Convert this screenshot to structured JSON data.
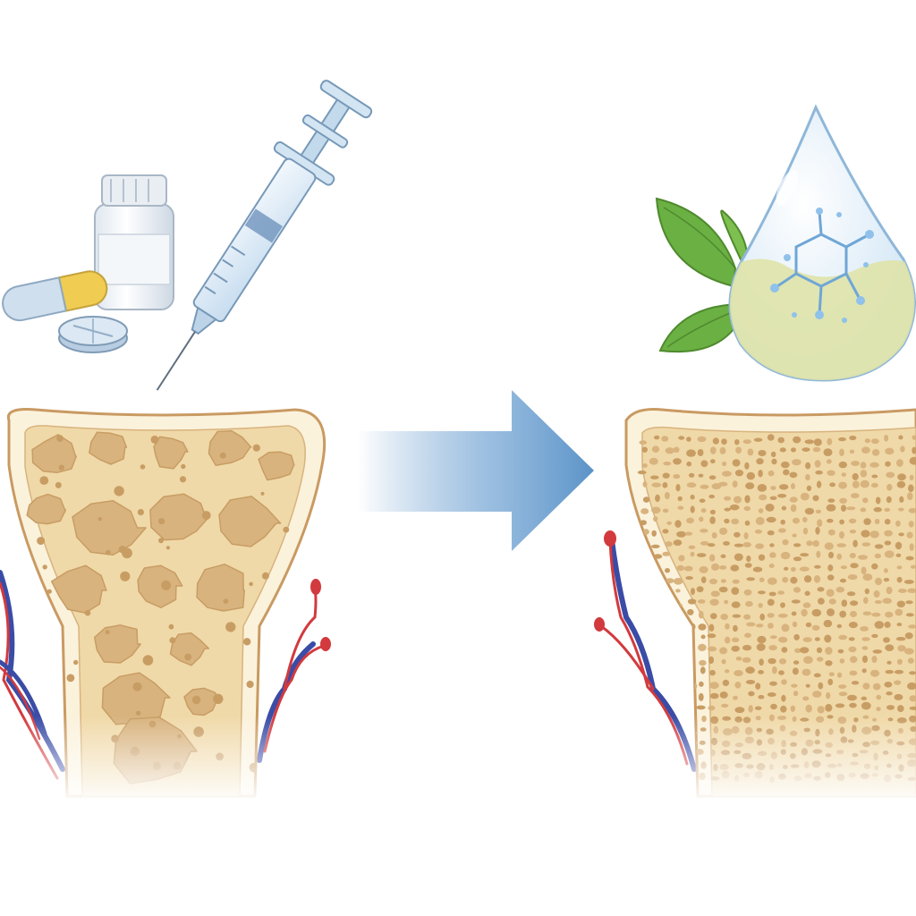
{
  "diagram": {
    "before_panel": {
      "treatments": [
        "pill-bottle-icon",
        "capsule-icon",
        "tablet-icon",
        "syringe-icon"
      ],
      "bone_state": "porous-bone",
      "vessels": "blood-vessels"
    },
    "transition": "arrow-right-icon",
    "after_panel": {
      "treatments": [
        "leaf-icon",
        "molecule-droplet-icon"
      ],
      "bone_state": "dense-bone",
      "vessels": "blood-vessels"
    },
    "colors": {
      "bone_fill": "#f4e3bf",
      "bone_outline": "#c99a62",
      "cortex": "#fbf2dc",
      "pore": "#d8b37e",
      "pore_dark": "#c89d64",
      "arrow": "#5b93c8",
      "artery": "#d23a3e",
      "vein": "#3a4ca6",
      "glass": "#d6e8f6",
      "leaf": "#6bb043",
      "capsule_yellow": "#f0cd52"
    }
  }
}
